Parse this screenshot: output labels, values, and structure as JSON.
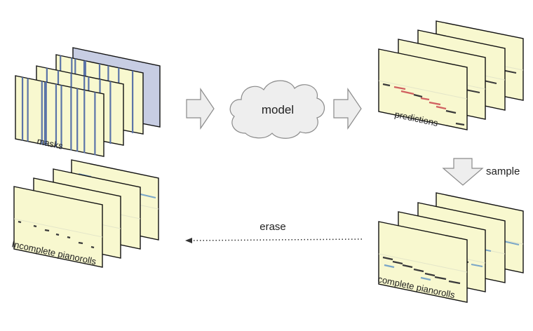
{
  "labels": {
    "masks": "masks",
    "model": "model",
    "predictions": "predictions",
    "sample": "sample",
    "complete": "complete pianorolls",
    "erase": "erase",
    "incomplete": "Incomplete pianorolls"
  },
  "colors": {
    "panel_fill": "#f8f8cf",
    "panel_grid": "#e4e6c9",
    "mask_fill": "#c7cde3",
    "mask_stripe": "#5b74a8",
    "note_dark": "#3a3a3a",
    "note_red": "#d06060",
    "note_blue": "#7aa6c8",
    "arrow_fill": "#eeeeee",
    "arrow_stroke": "#8a8a8a"
  },
  "icons": {
    "right_arrow": "block-right-arrow-icon",
    "down_arrow": "block-down-arrow-icon",
    "cloud": "cloud-icon",
    "dotted_arrow": "dotted-left-arrow-icon"
  }
}
